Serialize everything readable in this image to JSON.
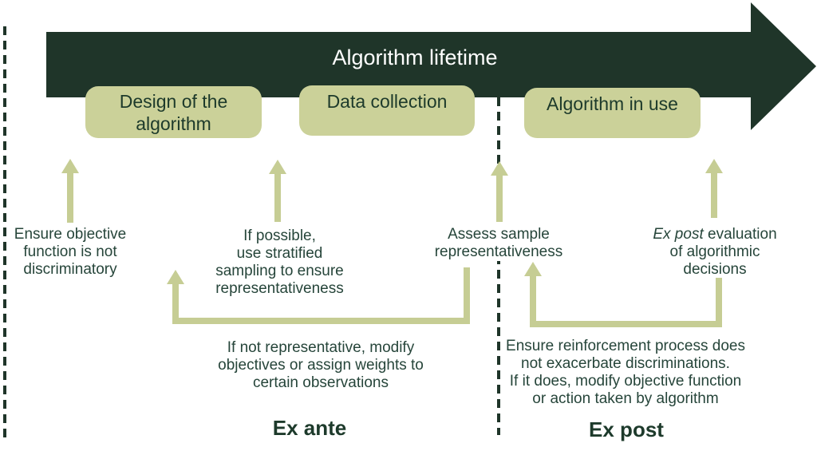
{
  "colors": {
    "dark_green": "#1f3529",
    "olive_box": "#cbd199",
    "olive_arrow": "#c6cd94",
    "text_green": "#26453a",
    "title_white": "#ffffff"
  },
  "timeline": {
    "title": "Algorithm lifetime",
    "stages": [
      {
        "label_line1": "Design of the",
        "label_line2": "algorithm"
      },
      {
        "label": "Data collection"
      },
      {
        "label": "Algorithm in use"
      }
    ]
  },
  "annotations": {
    "design": {
      "lines": [
        "Ensure objective",
        "function is not",
        "discriminatory"
      ]
    },
    "data_collection": {
      "lines": [
        "If possible,",
        "use stratified",
        "sampling to ensure",
        "representativeness"
      ]
    },
    "sample": {
      "lines": [
        "Assess sample",
        "representativeness"
      ]
    },
    "ex_post_eval": {
      "italic": "Ex post",
      "rest": " evaluation",
      "lines": [
        "of algorithmic",
        "decisions"
      ]
    },
    "ex_ante_feedback": {
      "lines": [
        "If not representative, modify",
        "objectives or assign weights to",
        "certain observations"
      ]
    },
    "ex_post_feedback": {
      "lines": [
        "Ensure reinforcement process does",
        "not exacerbate discriminations.",
        "If it does, modify objective function",
        "or action taken by algorithm"
      ]
    }
  },
  "phases": {
    "ex_ante": "Ex ante",
    "ex_post": "Ex post"
  }
}
